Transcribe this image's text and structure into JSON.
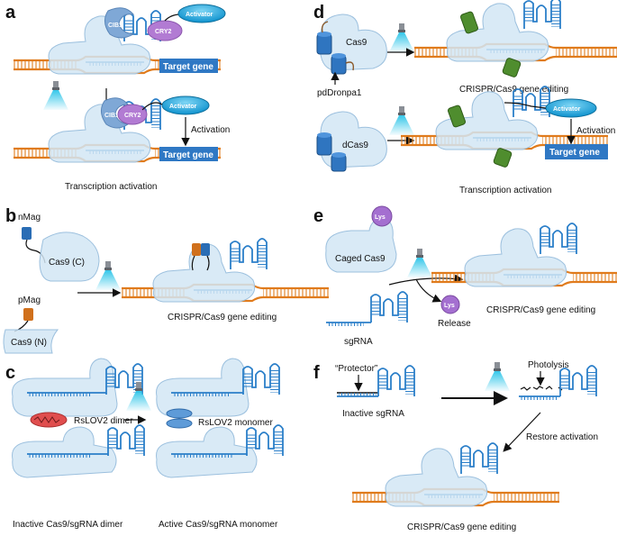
{
  "panels": {
    "a": {
      "letter": "a",
      "cib1": "CIB1",
      "cry2": "CRY2",
      "activator": "Activator",
      "target_gene": "Target gene",
      "activation": "Activation",
      "caption": "Transcription activation"
    },
    "b": {
      "letter": "b",
      "nmag": "nMag",
      "pmag": "pMag",
      "cas9_c": "Cas9 (C)",
      "cas9_n": "Cas9 (N)",
      "caption": "CRISPR/Cas9 gene editing"
    },
    "c": {
      "letter": "c",
      "dimer": "RsLOV2 dimer",
      "monomer": "RsLOV2 monomer",
      "caption_left": "Inactive Cas9/sgRNA dimer",
      "caption_right": "Active Cas9/sgRNA monomer"
    },
    "d": {
      "letter": "d",
      "cas9": "Cas9",
      "dcas9": "dCas9",
      "pddronpa": "pdDronpa1",
      "caption_top": "CRISPR/Cas9 gene editing",
      "activator": "Activator",
      "activation": "Activation",
      "target_gene": "Target gene",
      "caption_bottom": "Transcription activation"
    },
    "e": {
      "letter": "e",
      "lys": "Lys",
      "caged": "Caged Cas9",
      "release": "Release",
      "sgrna": "sgRNA",
      "caption": "CRISPR/Cas9 gene editing"
    },
    "f": {
      "letter": "f",
      "protector": "“Protector”",
      "photolysis": "Photolysis",
      "inactive": "Inactive sgRNA",
      "restore": "Restore activation",
      "caption": "CRISPR/Cas9 gene editing"
    }
  },
  "colors": {
    "protein": "#d2e6f5",
    "dna": "#e07b1c",
    "rna": "#2b7fc9",
    "activator": "#27a9dd",
    "cry2": "#b27bd3",
    "cib1": "#7fa8d6",
    "target_gene": "#2f78c4",
    "nmag": "#2a6db5",
    "pmag": "#d0701c",
    "rslov2": "#e04e4e",
    "pddronpa_blue": "#2f75c0",
    "pddronpa_green": "#4f8d2e",
    "lys": "#a46fd0",
    "light": "#29c4e8"
  },
  "icons": [
    "lamp-icon",
    "arrow-icon"
  ]
}
